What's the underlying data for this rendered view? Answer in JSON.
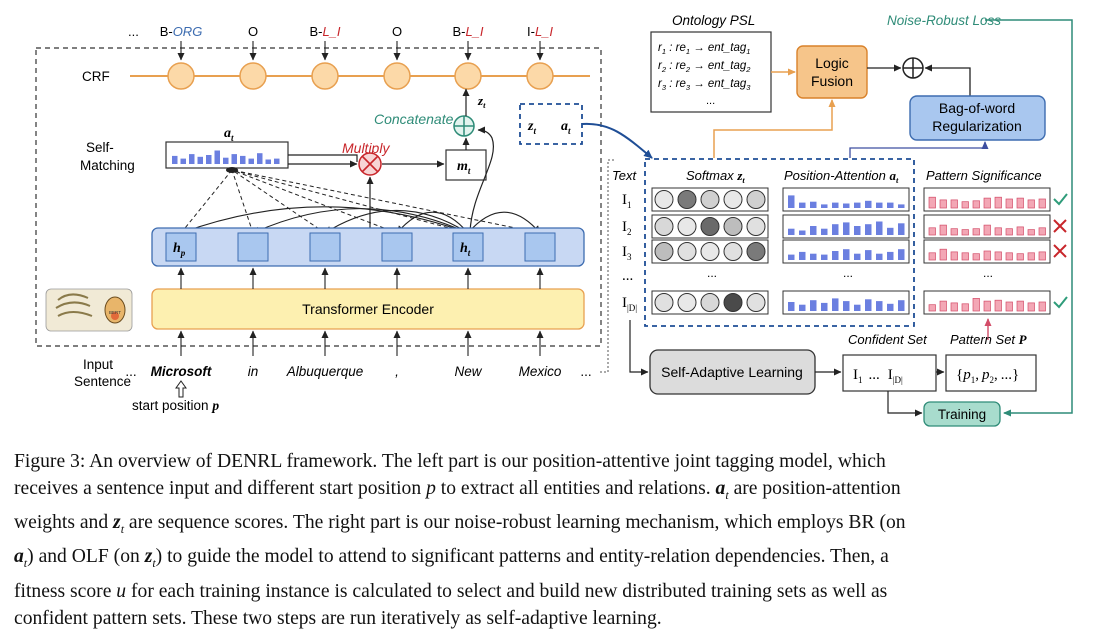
{
  "figure": {
    "tag_row": {
      "leading_ellipsis": "...",
      "tags": [
        {
          "prefix": "B-",
          "suffix": "ORG",
          "suffix_color": "#3d6cb0"
        },
        {
          "prefix": "O",
          "suffix": "",
          "suffix_color": "#000000"
        },
        {
          "prefix": "B-",
          "suffix": "L_I",
          "suffix_color": "#c8262b"
        },
        {
          "prefix": "O",
          "suffix": "",
          "suffix_color": "#000000"
        },
        {
          "prefix": "B-",
          "suffix": "L_I",
          "suffix_color": "#c8262b"
        },
        {
          "prefix": "I-",
          "suffix": "L_I",
          "suffix_color": "#c8262b"
        }
      ]
    },
    "left_labels": {
      "crf": "CRF",
      "self_matching_1": "Self-",
      "self_matching_2": "Matching",
      "input_1": "Input",
      "input_2": "Sentence"
    },
    "labels": {
      "z": "z",
      "z_sub": "t",
      "a": "a",
      "a_sub": "t",
      "concatenate": "Concatenate",
      "multiply": "Multiply",
      "m": "m",
      "m_sub": "t",
      "h_p": "h",
      "h_p_sub": "p",
      "h_t": "h",
      "h_t_sub": "t",
      "bert": "BERT"
    },
    "encoder_label": "Transformer Encoder",
    "input_tokens": [
      "...",
      "Microsoft",
      "in",
      "Albuquerque",
      ",",
      "New",
      "Mexico",
      "..."
    ],
    "start_position": {
      "label": "start position",
      "var": "p"
    },
    "right": {
      "ontology_title": "Ontology PSL",
      "rules": [
        {
          "r": "r",
          "r_sub": "1",
          "re": "re",
          "re_sub": "1",
          "tag": "ent_tag",
          "tag_sub": "1"
        },
        {
          "r": "r",
          "r_sub": "2",
          "re": "re",
          "re_sub": "2",
          "tag": "ent_tag",
          "tag_sub": "2"
        },
        {
          "r": "r",
          "r_sub": "3",
          "re": "re",
          "re_sub": "3",
          "tag": "ent_tag",
          "tag_sub": "3"
        }
      ],
      "rules_ellipsis": "...",
      "logic_fusion_1": "Logic",
      "logic_fusion_2": "Fusion",
      "noise_robust_loss": "Noise-Robust Loss",
      "bow_1": "Bag-of-word",
      "bow_2": "Regularization",
      "text_label": "Text",
      "softmax_label": "Softmax",
      "position_attention_label": "Position-Attention",
      "pattern_significance_label": "Pattern Significance",
      "instances": [
        {
          "base": "I",
          "sub": "1",
          "mark": "check"
        },
        {
          "base": "I",
          "sub": "2",
          "mark": "cross"
        },
        {
          "base": "I",
          "sub": "3",
          "mark": "cross"
        },
        {
          "base": "...",
          "sub": "",
          "mark": "none"
        },
        {
          "base": "I",
          "sub": "|D|",
          "mark": "check"
        }
      ],
      "self_adaptive": "Self-Adaptive Learning",
      "confident_set_label": "Confident Set",
      "pattern_set_label": "Pattern Set",
      "pattern_set_var": "P",
      "confident_set_content": {
        "i1": "I",
        "i1_sub": "1",
        "dots": "...",
        "id": "I",
        "id_sub": "|D|"
      },
      "pattern_set_content": {
        "open": "{",
        "p1": "p",
        "p1_sub": "1",
        "comma1": ",",
        "p2": "p",
        "p2_sub": "2",
        "comma2": ",",
        "dots": "...",
        "close": "}"
      },
      "training": "Training"
    },
    "colors": {
      "blue": "#3d6cb0",
      "red": "#c8262b",
      "orange": "#f6c58a",
      "teal": "#2f8c78",
      "encoder_fill": "#fdf0b0",
      "hidden_fill": "#c8d8f3",
      "pink": "#d34c68"
    }
  },
  "caption": {
    "lines": [
      [
        {
          "t": "Figure 3: An overview of DENRL framework. The left part is our position-attentive joint tagging model, which"
        }
      ],
      [
        {
          "t": "receives a sentence input and different start position "
        },
        {
          "t": "p",
          "s": "mi"
        },
        {
          "t": " to extract all entities and relations. "
        },
        {
          "t": "a",
          "s": "mb"
        },
        {
          "t": "t",
          "s": "sub"
        },
        {
          "t": " are position-attention"
        }
      ],
      [
        {
          "t": "weights and "
        },
        {
          "t": "z",
          "s": "mb"
        },
        {
          "t": "t",
          "s": "sub"
        },
        {
          "t": " are sequence scores. The right part is our noise-robust learning mechanism, which employs BR (on"
        }
      ],
      [
        {
          "t": "a",
          "s": "mb"
        },
        {
          "t": "t",
          "s": "sub"
        },
        {
          "t": ") and OLF (on "
        },
        {
          "t": "z",
          "s": "mb"
        },
        {
          "t": "t",
          "s": "sub"
        },
        {
          "t": ") to guide the model to attend to significant patterns and entity-relation dependencies. Then, a"
        }
      ],
      [
        {
          "t": "fitness score "
        },
        {
          "t": "u",
          "s": "mi"
        },
        {
          "t": " for each training instance is calculated to select and build new distributed training sets as well as"
        }
      ],
      [
        {
          "t": "confident pattern sets. These two steps are run iteratively as self-adaptive learning."
        }
      ]
    ]
  }
}
